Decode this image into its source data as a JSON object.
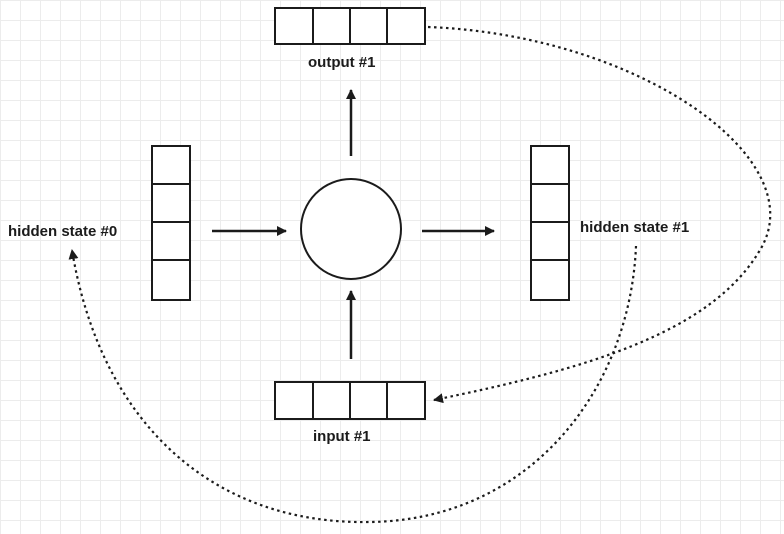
{
  "labels": {
    "output": "output #1",
    "input": "input #1",
    "hidden_state_0": "hidden state #0",
    "hidden_state_1": "hidden state #1"
  },
  "colors": {
    "stroke": "#1b1b1b",
    "grid": "#ececec",
    "background": "#ffffff"
  }
}
